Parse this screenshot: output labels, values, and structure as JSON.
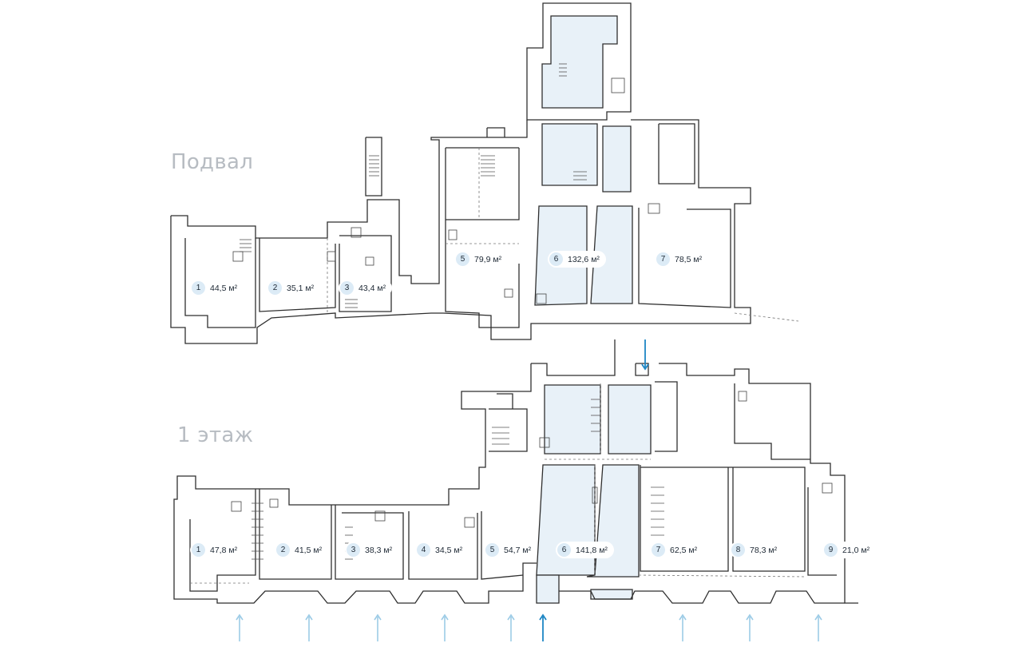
{
  "floors": {
    "basement": {
      "title": "Подвал",
      "units": [
        {
          "num": "1",
          "area": "44,5 м²"
        },
        {
          "num": "2",
          "area": "35,1 м²"
        },
        {
          "num": "3",
          "area": "43,4 м²"
        },
        {
          "num": "5",
          "area": "79,9 м²"
        },
        {
          "num": "6",
          "area": "132,6 м²"
        },
        {
          "num": "7",
          "area": "78,5 м²"
        }
      ]
    },
    "ground": {
      "title": "1 этаж",
      "units": [
        {
          "num": "1",
          "area": "47,8 м²"
        },
        {
          "num": "2",
          "area": "41,5 м²"
        },
        {
          "num": "3",
          "area": "38,3 м²"
        },
        {
          "num": "4",
          "area": "34,5 м²"
        },
        {
          "num": "5",
          "area": "54,7 м²"
        },
        {
          "num": "6",
          "area": "141,8 м²"
        },
        {
          "num": "7",
          "area": "62,5 м²"
        },
        {
          "num": "8",
          "area": "78,3 м²"
        },
        {
          "num": "9",
          "area": "21,0 м²"
        }
      ]
    }
  },
  "colors": {
    "highlight_fill": "#e8f1f8",
    "badge_fill": "#dcebf6",
    "entry_arrow": "#9ccbe6",
    "main_entry_arrow": "#1d86c4",
    "floor_label": "#b7bcc2"
  }
}
